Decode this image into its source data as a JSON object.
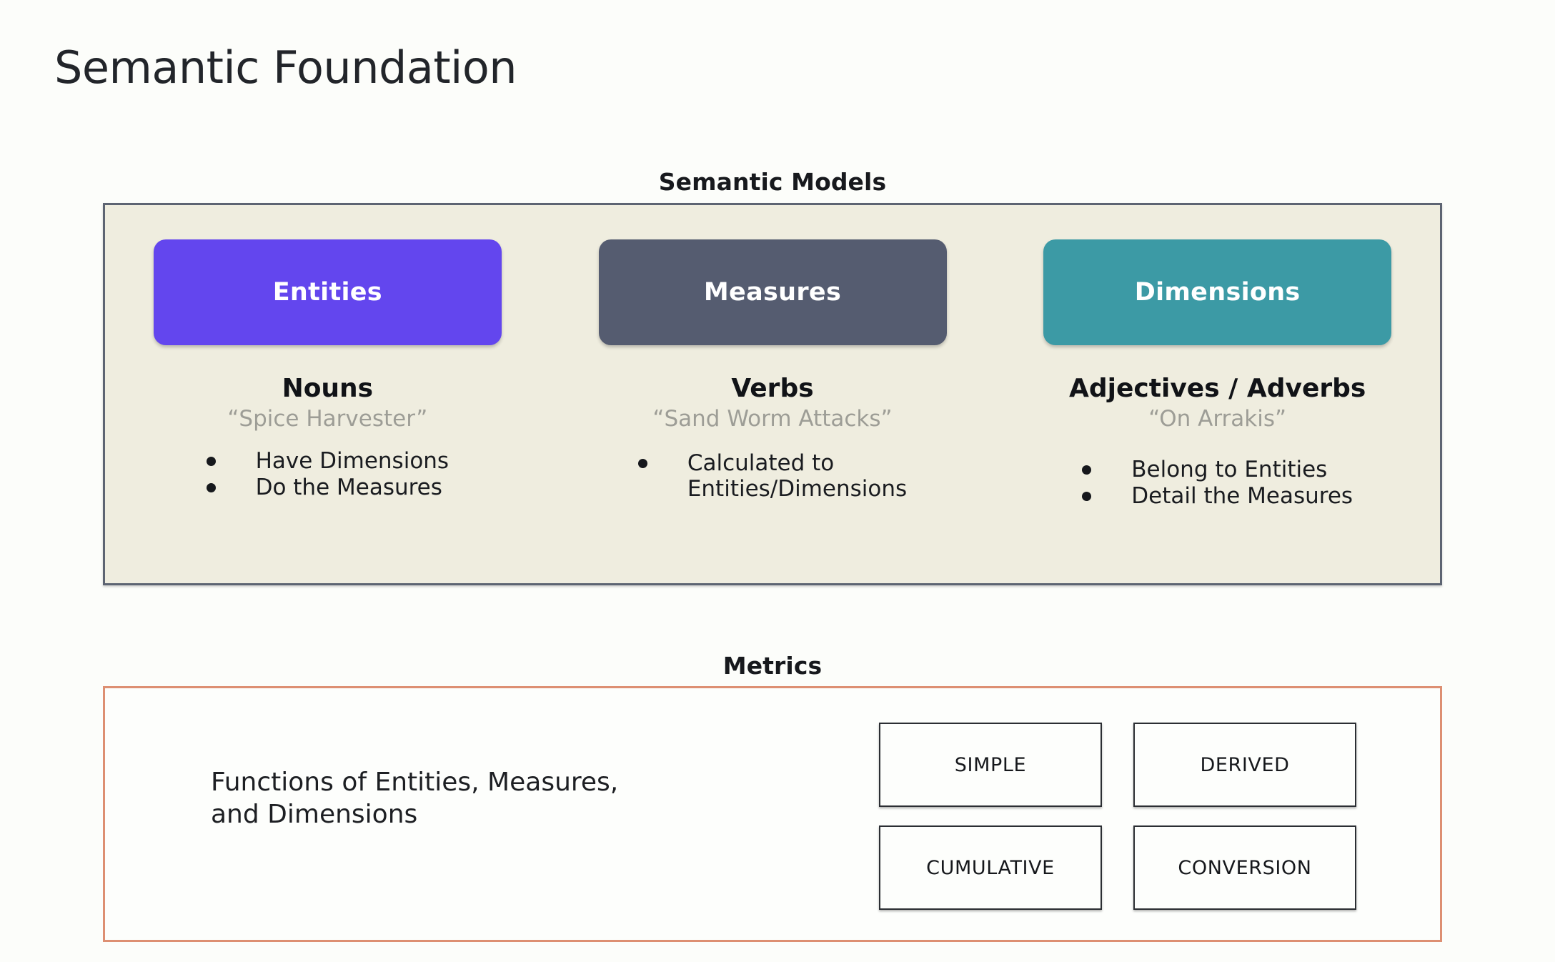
{
  "page": {
    "title": "Semantic Foundation",
    "background_color": "#fcfdfa"
  },
  "semantic_models": {
    "header": "Semantic Models",
    "panel_background": "#efeddf",
    "panel_border_color": "#5d6472",
    "columns": [
      {
        "chip_label": "Entities",
        "chip_color": "#6346ee",
        "part_of_speech": "Nouns",
        "example": "“Spice Harvester”",
        "bullets": [
          "Have Dimensions",
          "Do the Measures"
        ]
      },
      {
        "chip_label": "Measures",
        "chip_color": "#555c70",
        "part_of_speech": "Verbs",
        "example": "“Sand Worm Attacks”",
        "bullets": [
          "Calculated to\nEntities/Dimensions"
        ]
      },
      {
        "chip_label": "Dimensions",
        "chip_color": "#3c9aa5",
        "part_of_speech": "Adjectives / Adverbs",
        "example": "“On Arrakis”",
        "bullets": [
          "Belong to Entities",
          "Detail the Measures"
        ]
      }
    ]
  },
  "metrics": {
    "header": "Metrics",
    "panel_border_color": "#dd8f72",
    "description": "Functions of Entities, Measures,\nand Dimensions",
    "types": [
      "SIMPLE",
      "DERIVED",
      "CUMULATIVE",
      "CONVERSION"
    ]
  }
}
